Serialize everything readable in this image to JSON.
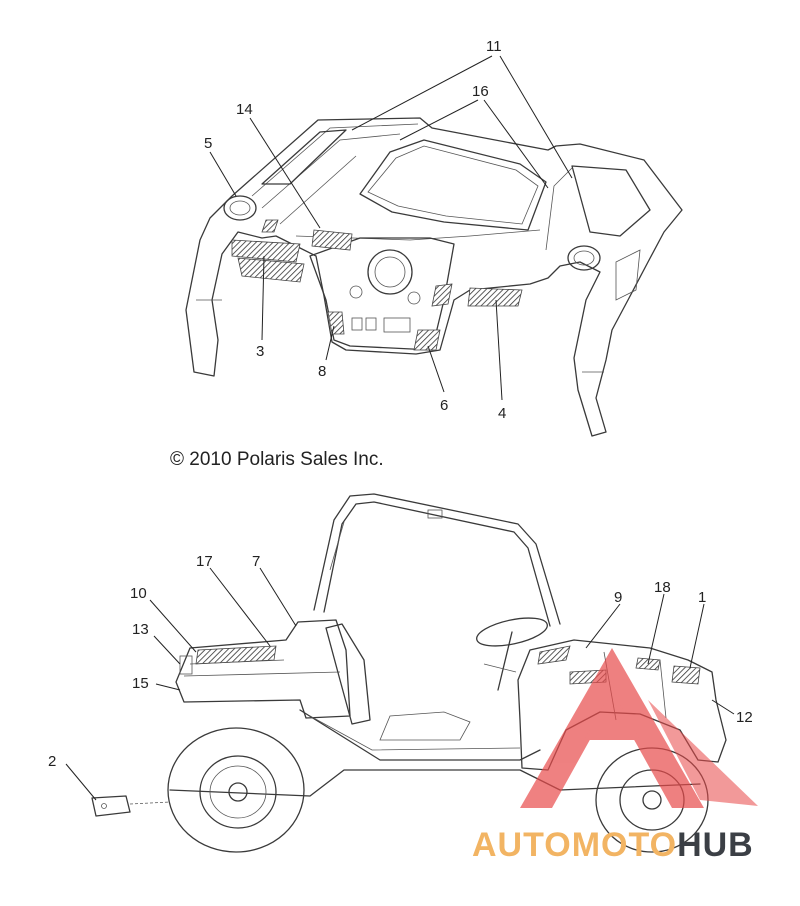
{
  "copyright": "© 2010 Polaris Sales Inc.",
  "watermark": {
    "part1": "AUTOMOTO",
    "part2": "HUB",
    "color_primary": "#f2b463",
    "color_secondary": "#3b3f45",
    "triangle_color": "#e84b4b"
  },
  "callouts": {
    "top": [
      "11",
      "16",
      "14",
      "5",
      "3",
      "8",
      "6",
      "4"
    ],
    "bottom": [
      "17",
      "7",
      "10",
      "13",
      "15",
      "2",
      "9",
      "18",
      "1",
      "12"
    ]
  }
}
